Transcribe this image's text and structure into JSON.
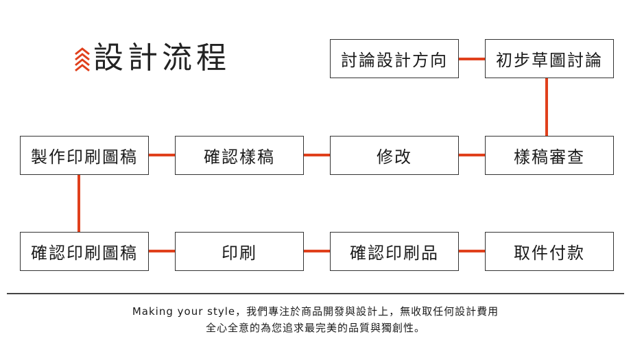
{
  "title": "設計流程",
  "colors": {
    "accent": "#e0401c",
    "border": "#333333",
    "text": "#1a1a1a"
  },
  "icons": {
    "title_icon": "stacked-chevron-up-icon"
  },
  "steps": {
    "discuss_direction": "討論設計方向",
    "draft_discussion": "初步草圖討論",
    "proof_review": "樣稿審查",
    "revise": "修改",
    "confirm_proof": "確認樣稿",
    "make_print_draft": "製作印刷圖稿",
    "confirm_print_draft": "確認印刷圖稿",
    "print": "印刷",
    "confirm_print_product": "確認印刷品",
    "pickup_payment": "取件付款"
  },
  "footer": {
    "line1": "Making your style，我們專注於商品開發與設計上，無收取任何設計費用",
    "line2": "全心全意的為您追求最完美的品質與獨創性。"
  }
}
